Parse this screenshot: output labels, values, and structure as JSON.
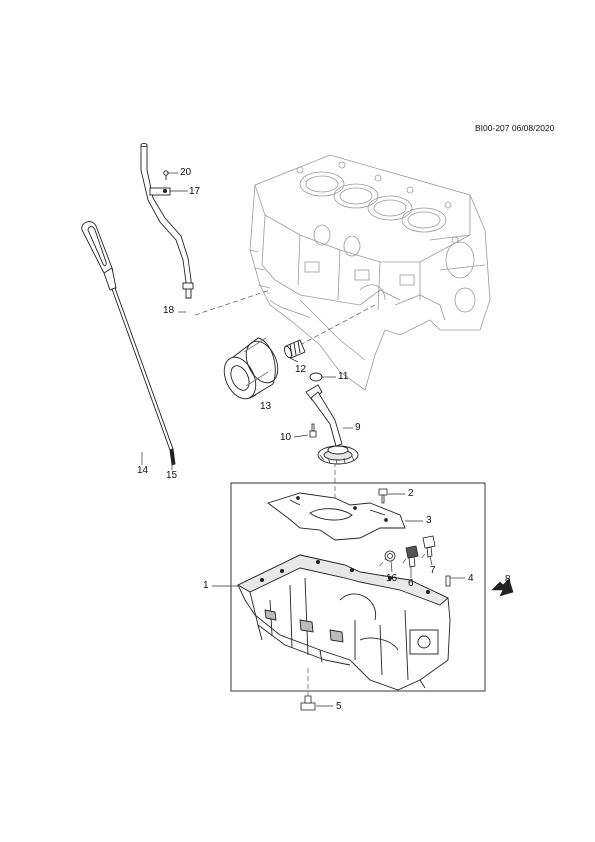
{
  "document_id": "BI00-207 06/08/2020",
  "callouts": {
    "c1": "1",
    "c2": "2",
    "c3": "3",
    "c4": "4",
    "c5": "5",
    "c6": "6",
    "c7": "7",
    "c8": "8",
    "c9": "9",
    "c10": "10",
    "c11": "11",
    "c12": "12",
    "c13": "13",
    "c14": "14",
    "c15": "15",
    "c16": "16",
    "c17": "17",
    "c18": "18",
    "c20": "20"
  },
  "colors": {
    "line": "#222222",
    "ghost": "#9a9a9a",
    "fill": "#ffffff",
    "shade": "#d9d9d9",
    "dark": "#4a4a4a"
  }
}
